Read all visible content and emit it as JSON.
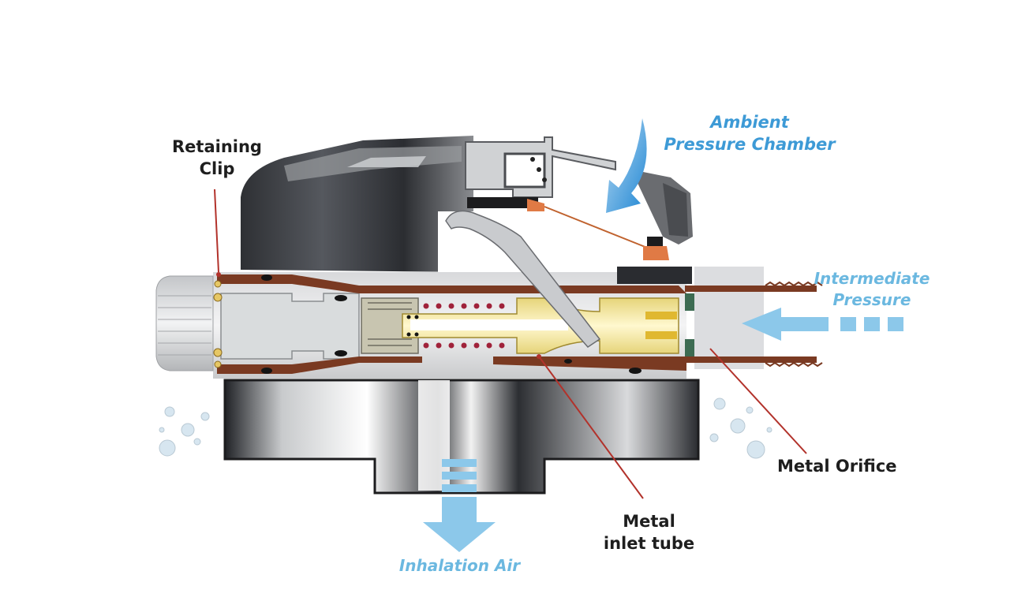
{
  "labels": {
    "retaining_clip": {
      "line1": "Retaining",
      "line2": "Clip"
    },
    "ambient_chamber": {
      "line1": "Ambient",
      "line2": "Pressure Chamber"
    },
    "intermediate_pressure": {
      "line1": "Intermediate",
      "line2": "Pressure"
    },
    "metal_orifice": "Metal Orifice",
    "metal_inlet_tube": {
      "line1": "Metal",
      "line2": "inlet tube"
    },
    "inhalation_air": "Inhalation Air"
  },
  "colors": {
    "label_dark": "#1e1e1e",
    "label_blue": "#3d9ad6",
    "label_light_blue": "#6bb8e0",
    "leader_line": "#b2322b",
    "housing_dark": "#3a3c40",
    "brass": "#7a3a22",
    "valve_yellow": "#f3e9a8",
    "spring": "#a0223a",
    "air_arrow": "#8cc8ea"
  }
}
